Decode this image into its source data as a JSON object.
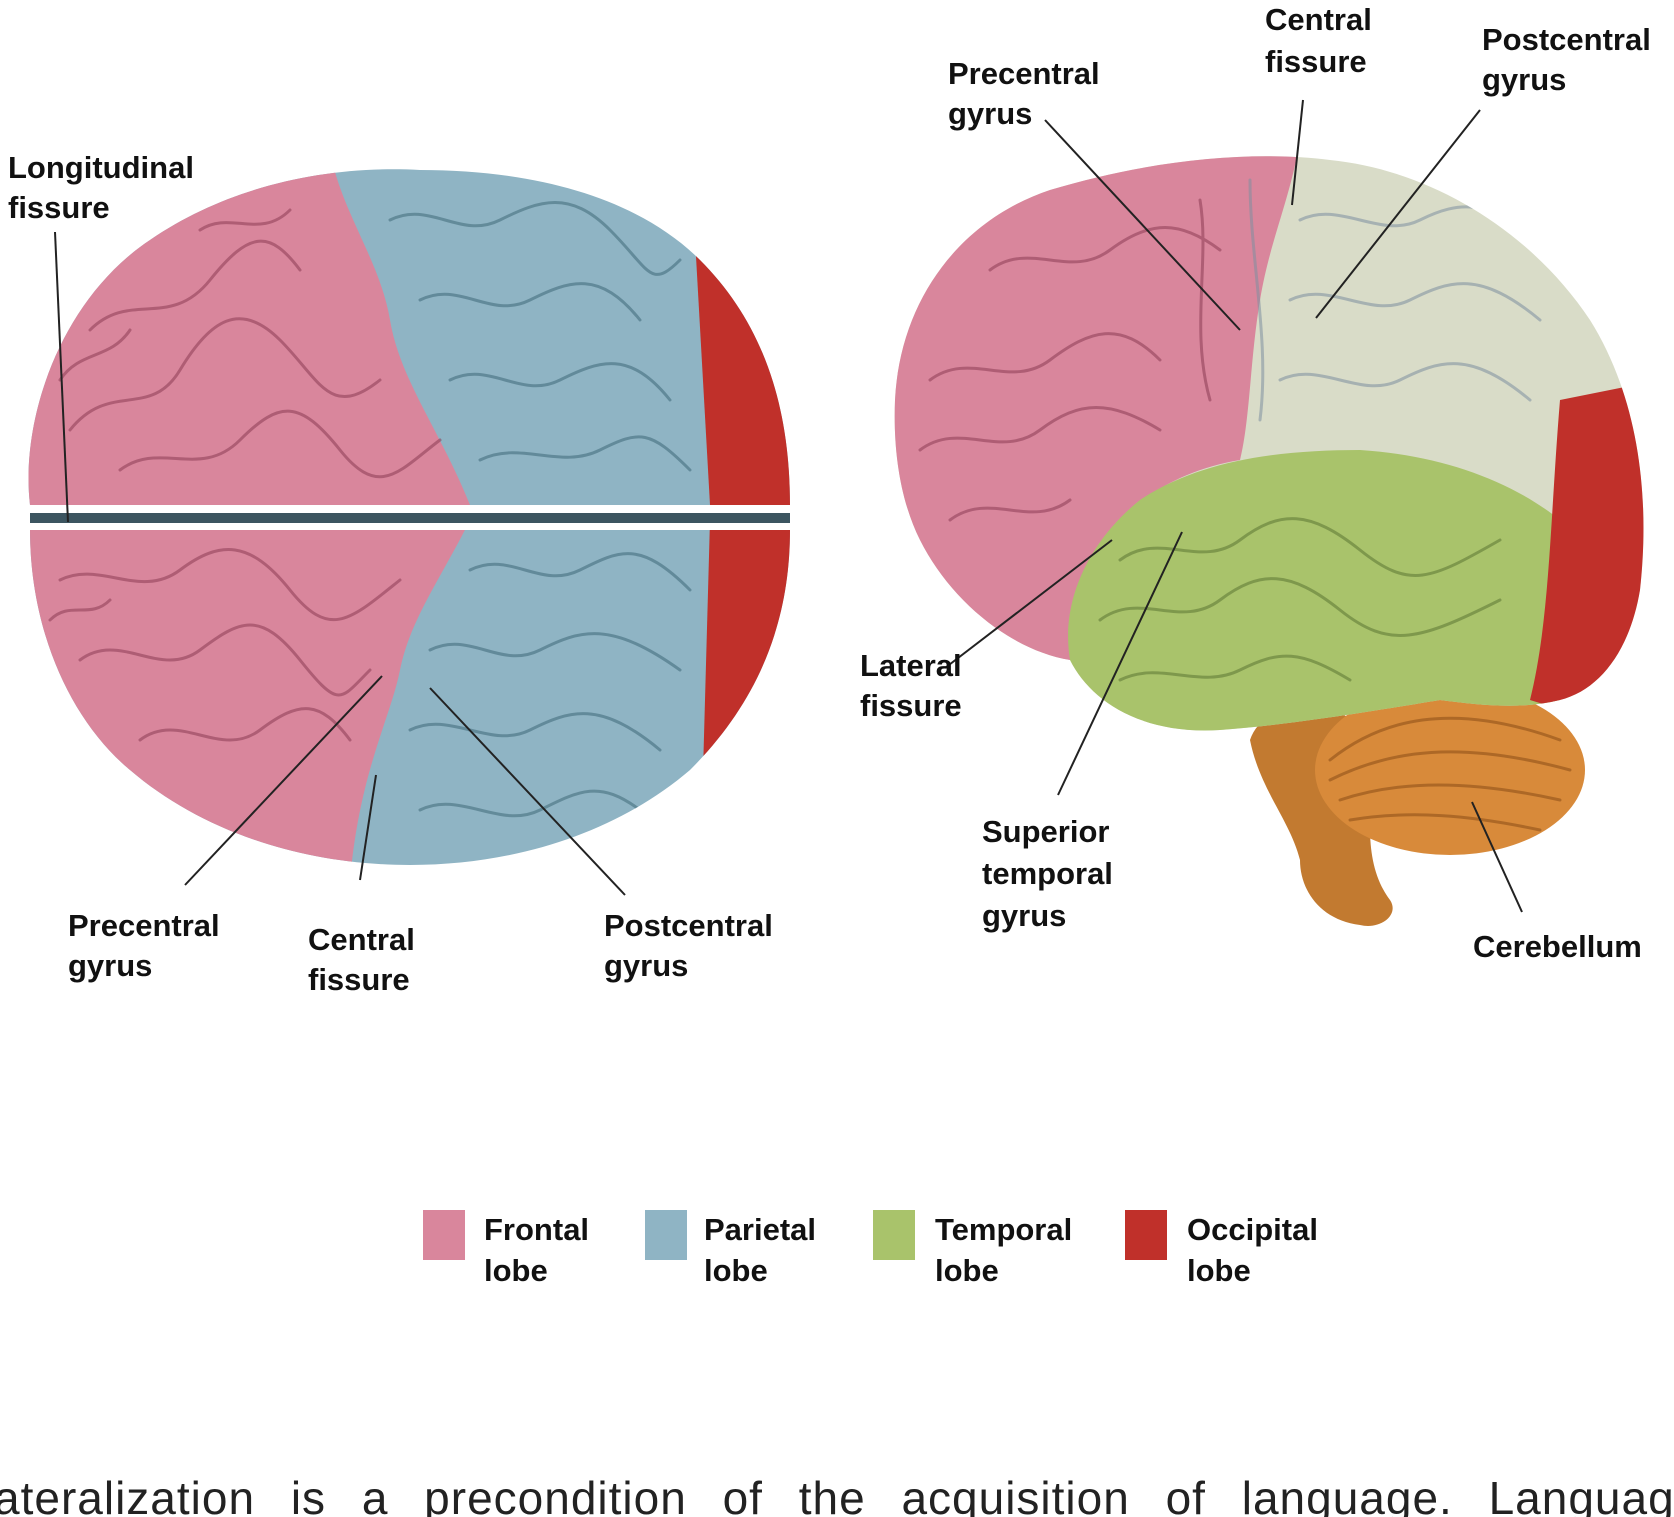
{
  "colors": {
    "frontal": "#d9869c",
    "parietal": "#8fb4c4",
    "temporal": "#a9c36b",
    "occipital": "#c0302a",
    "postcentral_lateral": "#d9dcc8",
    "cerebellum": "#d88a3a"
  },
  "superior_view": {
    "longitudinal_fissure": [
      "Longitudinal",
      "fissure"
    ],
    "precentral_gyrus": [
      "Precentral",
      "gyrus"
    ],
    "central_fissure": [
      "Central",
      "fissure"
    ],
    "postcentral_gyrus": [
      "Postcentral",
      "gyrus"
    ]
  },
  "lateral_view": {
    "precentral_gyrus": [
      "Precentral",
      "gyrus"
    ],
    "central_fissure": [
      "Central",
      "fissure"
    ],
    "postcentral_gyrus": [
      "Postcentral",
      "gyrus"
    ],
    "lateral_fissure": [
      "Lateral",
      "fissure"
    ],
    "superior_temporal_gyrus": [
      "Superior",
      "temporal",
      "gyrus"
    ],
    "cerebellum": "Cerebellum"
  },
  "legend": [
    {
      "line1": "Frontal",
      "line2": "lobe",
      "color": "#d9869c"
    },
    {
      "line1": "Parietal",
      "line2": "lobe",
      "color": "#8fb4c4"
    },
    {
      "line1": "Temporal",
      "line2": "lobe",
      "color": "#a9c36b"
    },
    {
      "line1": "Occipital",
      "line2": "lobe",
      "color": "#c0302a"
    }
  ],
  "caption": "ateralization is a precondition of the acquisition of language. Language"
}
